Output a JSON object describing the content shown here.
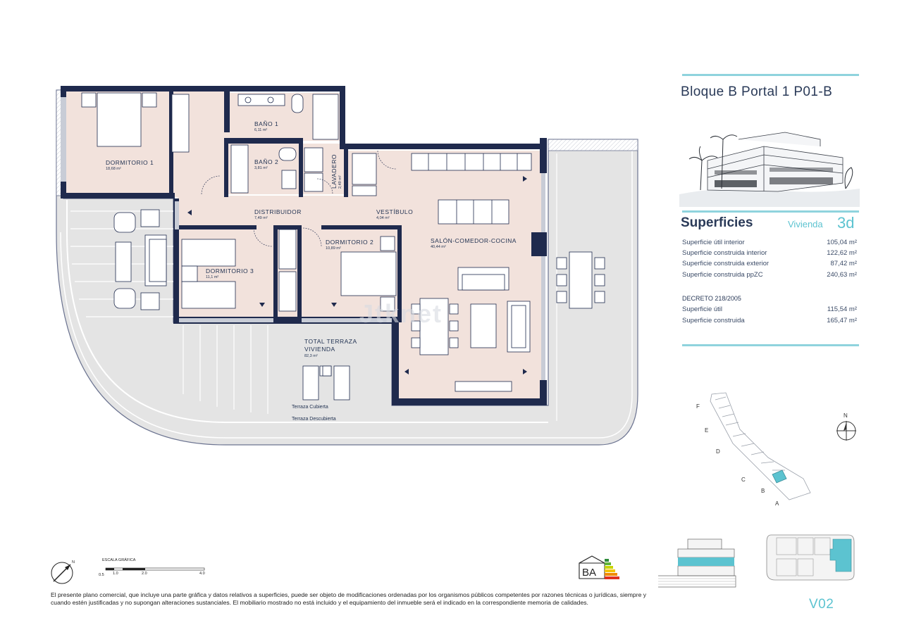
{
  "sheet": {
    "title": "Bloque B Portal 1 P01-B",
    "version": "V02",
    "watermark": "Jtknet"
  },
  "superficies": {
    "heading": "Superficies",
    "vivienda_label": "Vivienda",
    "vivienda_type": "3d",
    "rows": [
      {
        "label": "Superficie útil interior",
        "value": "105,04 m²"
      },
      {
        "label": "Superficie construida interior",
        "value": "122,62 m²"
      },
      {
        "label": "Superficie construida exterior",
        "value": "87,42 m²"
      },
      {
        "label": "Superficie construida ppZC",
        "value": "240,63 m²"
      }
    ],
    "decreto_title": "DECRETO 218/2005",
    "decreto_rows": [
      {
        "label": "Superficie útil",
        "value": "115,54 m²"
      },
      {
        "label": "Superficie construida",
        "value": "165,47 m²"
      }
    ]
  },
  "rooms": {
    "dormitorio1": {
      "name": "DORMITORIO 1",
      "area": "18,68 m²"
    },
    "bano1": {
      "name": "BAÑO 1",
      "area": "6,11 m²"
    },
    "bano2": {
      "name": "BAÑO 2",
      "area": "3,81 m²"
    },
    "lavadero": {
      "name": "LAVADERO",
      "area": "2,49 m²"
    },
    "distribuidor": {
      "name": "DISTRIBUIDOR",
      "area": "7,49 m²"
    },
    "vestibulo": {
      "name": "VESTÍBULO",
      "area": "4,04 m²"
    },
    "salon": {
      "name": "SALÓN-COMEDOR-COCINA",
      "area": "40,44 m²"
    },
    "dormitorio2": {
      "name": "DORMITORIO 2",
      "area": "10,89 m²"
    },
    "dormitorio3": {
      "name": "DORMITORIO 3",
      "area": "11,1 m²"
    },
    "terraza_total_1": "TOTAL TERRAZA",
    "terraza_total_2": "VIVIENDA",
    "terraza_total_area": "82,3 m²",
    "terraza_cubierta": "Terraza Cubierta",
    "terraza_descubierta": "Terraza Descubierta"
  },
  "scale": {
    "title": "ESCALA GRÁFICA",
    "ticks": [
      "0.5",
      "1.0",
      "2.0",
      "4.0"
    ],
    "north": "N"
  },
  "site_map": {
    "north": "N",
    "portals": [
      "F",
      "E",
      "D",
      "C",
      "B",
      "A"
    ]
  },
  "energy_label": "BA",
  "disclaimer": "El presente plano comercial, que incluye una parte gráfica y datos relativos a superficies, puede ser objeto de modificaciones ordenadas por los organismos públicos competentes por razones técnicas o jurídicas, siempre y cuando estén justificadas y no supongan alteraciones sustanciales. El mobiliario mostrado no está incluido y el equipamiento del inmueble será el indicado en la correspondiente memoria de calidades.",
  "colors": {
    "wall": "#1f2a4d",
    "room_fill": "#f2e2dc",
    "terrace_fill": "#e3e3e3",
    "accent": "#5cc3d0",
    "rule": "#8fd3dd"
  }
}
